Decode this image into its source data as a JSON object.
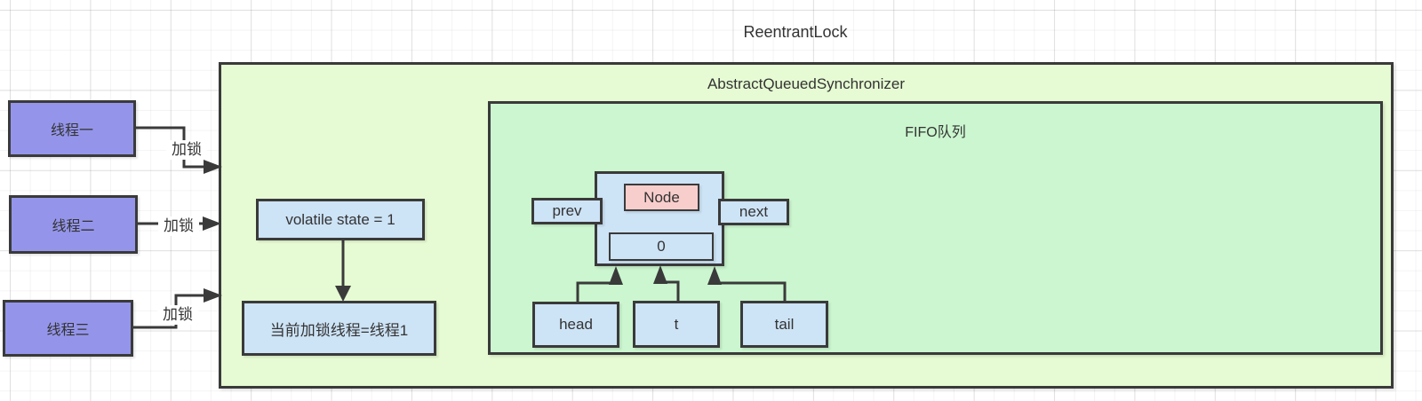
{
  "title": "ReentrantLock",
  "aqs": {
    "label": "AbstractQueuedSynchronizer"
  },
  "fifo": {
    "label": "FIFO队列"
  },
  "threads": [
    {
      "label": "线程一"
    },
    {
      "label": "线程二"
    },
    {
      "label": "线程三"
    }
  ],
  "edges": [
    {
      "label": "加锁"
    },
    {
      "label": "加锁"
    },
    {
      "label": "加锁"
    }
  ],
  "state_box": {
    "label": "volatile state = 1"
  },
  "current_thread_box": {
    "label": "当前加锁线程=线程1"
  },
  "node": {
    "title": "Node",
    "value": "0",
    "prev": "prev",
    "next": "next"
  },
  "pointers": [
    {
      "label": "head"
    },
    {
      "label": "t"
    },
    {
      "label": "tail"
    }
  ],
  "colors": {
    "thread_fill": "#9495ea",
    "outer_box_fill": "#e6fbd3",
    "fifo_fill": "#cbf6cf",
    "blue_fill": "#cde3f6",
    "node_fill": "#f8cecc",
    "border": "#3a3a3a",
    "text": "#333333",
    "canvas": "#ffffff"
  }
}
